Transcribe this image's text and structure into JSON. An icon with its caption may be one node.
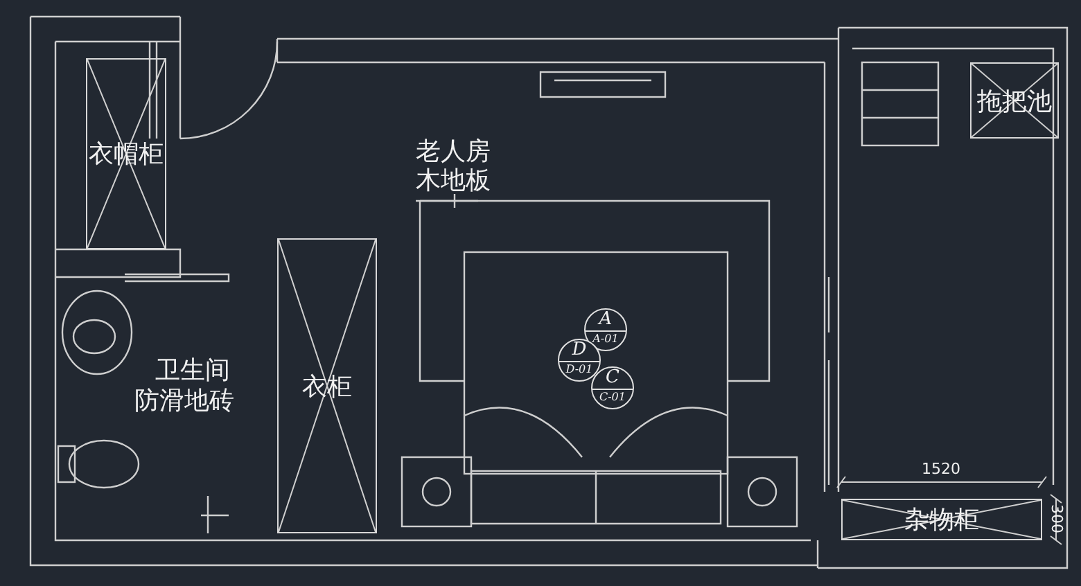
{
  "diagram": {
    "nodes": [
      {
        "text": [
          "衣帽柜"
        ]
      },
      {
        "text": [
          "衣柜"
        ]
      },
      {
        "text": [
          "拖把池"
        ]
      },
      {
        "text": [
          "杂物柜"
        ]
      },
      {
        "text": [
          "A",
          "A-01"
        ]
      },
      {
        "text": [
          "D",
          "D-01"
        ]
      },
      {
        "text": [
          "C",
          "C-01"
        ]
      }
    ],
    "labels": [
      "老人房",
      "木地板",
      "卫生间",
      "防滑地砖",
      "1520",
      "300"
    ]
  }
}
